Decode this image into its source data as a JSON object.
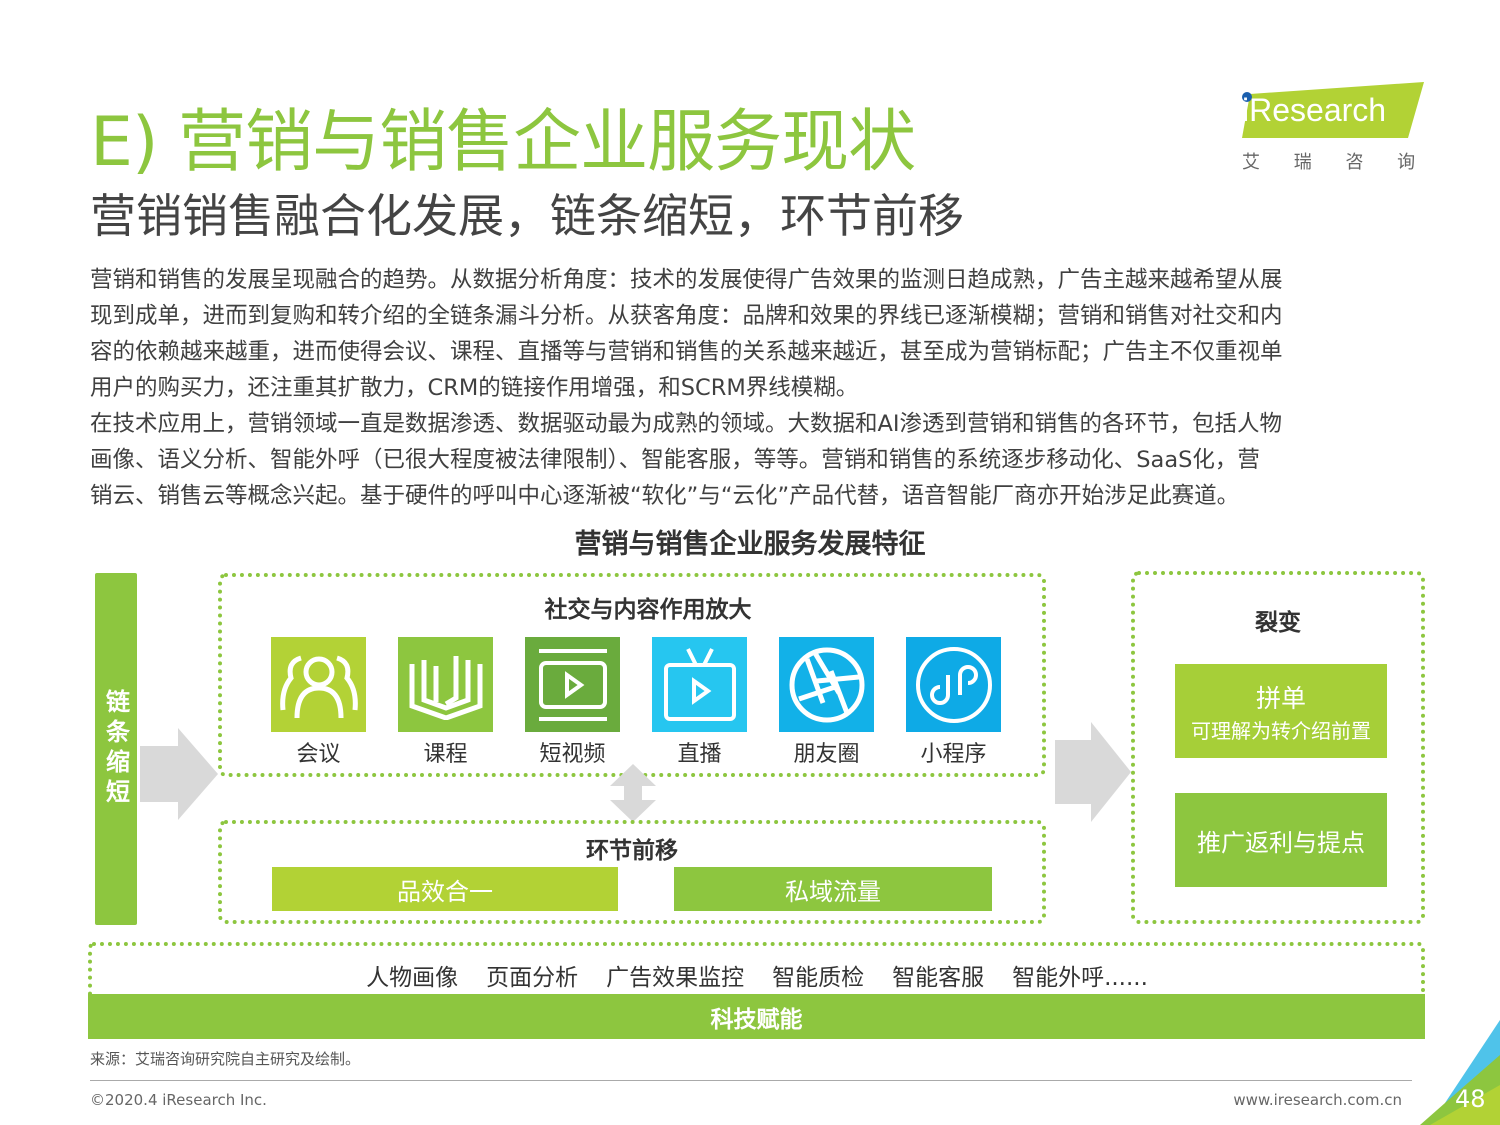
{
  "header": {
    "title": "E) 营销与销售企业服务现状",
    "subtitle": "营销销售融合化发展，链条缩短，环节前移",
    "logo_text": "iResearch",
    "logo_cn": "艾 瑞 咨 询"
  },
  "body_lines": [
    "营销和销售的发展呈现融合的趋势。从数据分析角度：技术的发展使得广告效果的监测日趋成熟，广告主越来越希望从展",
    "现到成单，进而到复购和转介绍的全链条漏斗分析。从获客角度：品牌和效果的界线已逐渐模糊；营销和销售对社交和内",
    "容的依赖越来越重，进而使得会议、课程、直播等与营销和销售的关系越来越近，甚至成为营销标配；广告主不仅重视单",
    "用户的购买力，还注重其扩散力，CRM的链接作用增强，和SCRM界线模糊。",
    "在技术应用上，营销领域一直是数据渗透、数据驱动最为成熟的领域。大数据和AI渗透到营销和销售的各环节，包括人物",
    "画像、语义分析、智能外呼（已很大程度被法律限制）、智能客服，等等。营销和销售的系统逐步移动化、SaaS化，营",
    "销云、销售云等概念兴起。基于硬件的呼叫中心逐渐被“软化”与“云化”产品代替，语音智能厂商亦开始涉足此赛道。"
  ],
  "diagram": {
    "title": "营销与销售企业服务发展特征",
    "left_bar": "链条缩短",
    "social": {
      "title": "社交与内容作用放大",
      "items": [
        {
          "label": "会议",
          "icon": "people-icon",
          "color": "#b3d236"
        },
        {
          "label": "课程",
          "icon": "book-icon",
          "color": "#8dc63f"
        },
        {
          "label": "短视频",
          "icon": "video-icon",
          "color": "#6aab3d"
        },
        {
          "label": "直播",
          "icon": "tv-icon",
          "color": "#26c6f0"
        },
        {
          "label": "朋友圈",
          "icon": "aperture-icon",
          "color": "#12b1e8"
        },
        {
          "label": "小程序",
          "icon": "miniprogram-icon",
          "color": "#0eaae6"
        }
      ]
    },
    "forward": {
      "title": "环节前移",
      "items": [
        "品效合一",
        "私域流量"
      ]
    },
    "fission": {
      "title": "裂变",
      "box1_title": "拼单",
      "box1_sub": "可理解为转介绍前置",
      "box2": "推广返利与提点"
    },
    "tech_items": [
      "人物画像",
      "页面分析",
      "广告效果监控",
      "智能质检",
      "智能客服",
      "智能外呼......"
    ],
    "tech_label": "科技赋能"
  },
  "footer": {
    "source": "来源：艾瑞咨询研究院自主研究及绘制。",
    "copyright": "©2020.4 iResearch Inc.",
    "url": "www.iresearch.com.cn",
    "page": "48"
  }
}
